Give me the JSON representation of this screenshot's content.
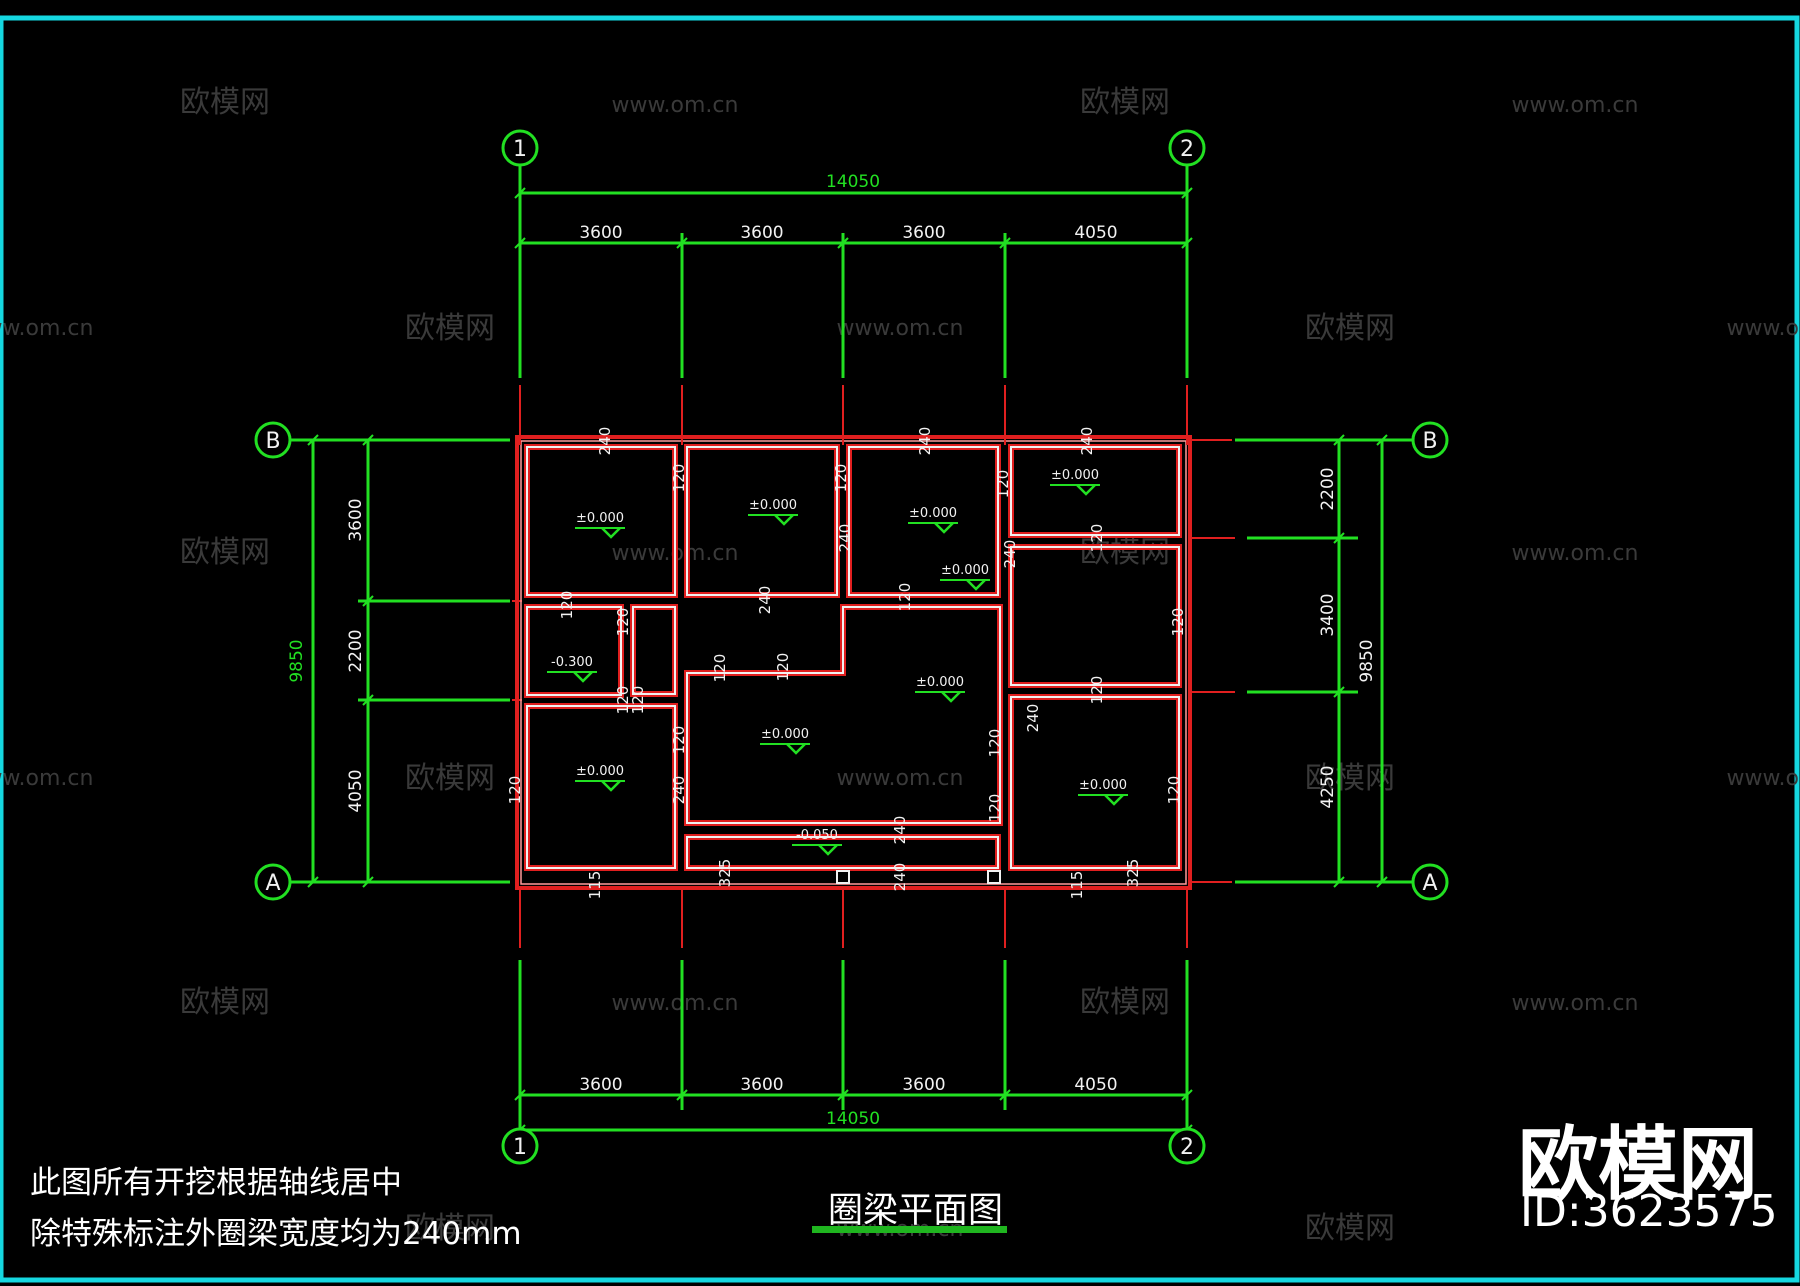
{
  "drawing": {
    "title": "圈梁平面图",
    "notes": [
      "此图所有开挖根据轴线居中",
      "除特殊标注外圈梁宽度均为240mm"
    ],
    "watermark": {
      "brand": "欧模网",
      "url": "www.om.cn",
      "id": "ID:3623575"
    }
  },
  "axes": {
    "vertical": [
      "1",
      "2"
    ],
    "horizontal": [
      "B",
      "A"
    ]
  },
  "dimensions": {
    "top_total": "14050",
    "top_segments": [
      "3600",
      "3600",
      "3600",
      "4050"
    ],
    "bottom_total": "14050",
    "bottom_segments": [
      "3600",
      "3600",
      "3600",
      "4050"
    ],
    "left_total": "9850",
    "left_segments": [
      "3600",
      "2200",
      "4050"
    ],
    "right_total": "9850",
    "right_segments": [
      "2200",
      "3400",
      "4250"
    ]
  },
  "room_elevations": [
    "±0.000",
    "±0.000",
    "±0.000",
    "±0.000",
    "-0.300",
    "±0.000",
    "±0.000",
    "±0.000",
    "±0.000",
    "±0.000",
    "-0.050"
  ],
  "beam_labels": [
    "240",
    "120",
    "120",
    "240",
    "240",
    "120",
    "240",
    "240",
    "120",
    "240",
    "120",
    "120",
    "120",
    "120",
    "120",
    "120",
    "120",
    "120",
    "240",
    "120",
    "120",
    "120",
    "120",
    "240",
    "120",
    "120",
    "240",
    "115",
    "325",
    "240",
    "115",
    "325"
  ]
}
